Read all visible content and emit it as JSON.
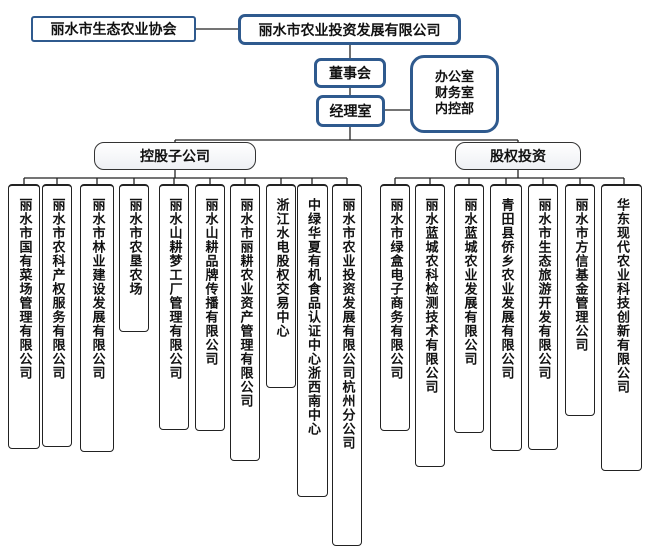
{
  "association": "丽水市生态农业协会",
  "company": "丽水市农业投资发展有限公司",
  "board": "董事会",
  "manager": "经理室",
  "offices": [
    "办公室",
    "财务室",
    "内控部"
  ],
  "holding_label": "控股子公司",
  "equity_label": "股权投资",
  "holding_subsidiaries": [
    "丽水市国有菜场管理有限公司",
    "丽水市农科产权服务有限公司",
    "丽水市林业建设发展有限公司",
    "丽水市农垦农场",
    "丽水山耕梦工厂管理有限公司",
    "丽水山耕品牌传播有限公司",
    "丽水市丽耕农业资产管理有限公司",
    "浙江水电股权交易中心",
    "中绿华夏有机食品认证中心浙西南中心",
    "丽水市农业投资发展有限公司杭州分公司"
  ],
  "equity_investments": [
    "丽水市绿盒电子商务有限公司",
    "丽水蓝城农科检测技术有限公司",
    "丽水蓝城农业发展有限公司",
    "青田县侨乡农业发展有限公司",
    "丽水市生态旅游开发有限公司",
    "丽水市方信基金管理公司",
    "华东现代农业科技创新有限公司"
  ]
}
